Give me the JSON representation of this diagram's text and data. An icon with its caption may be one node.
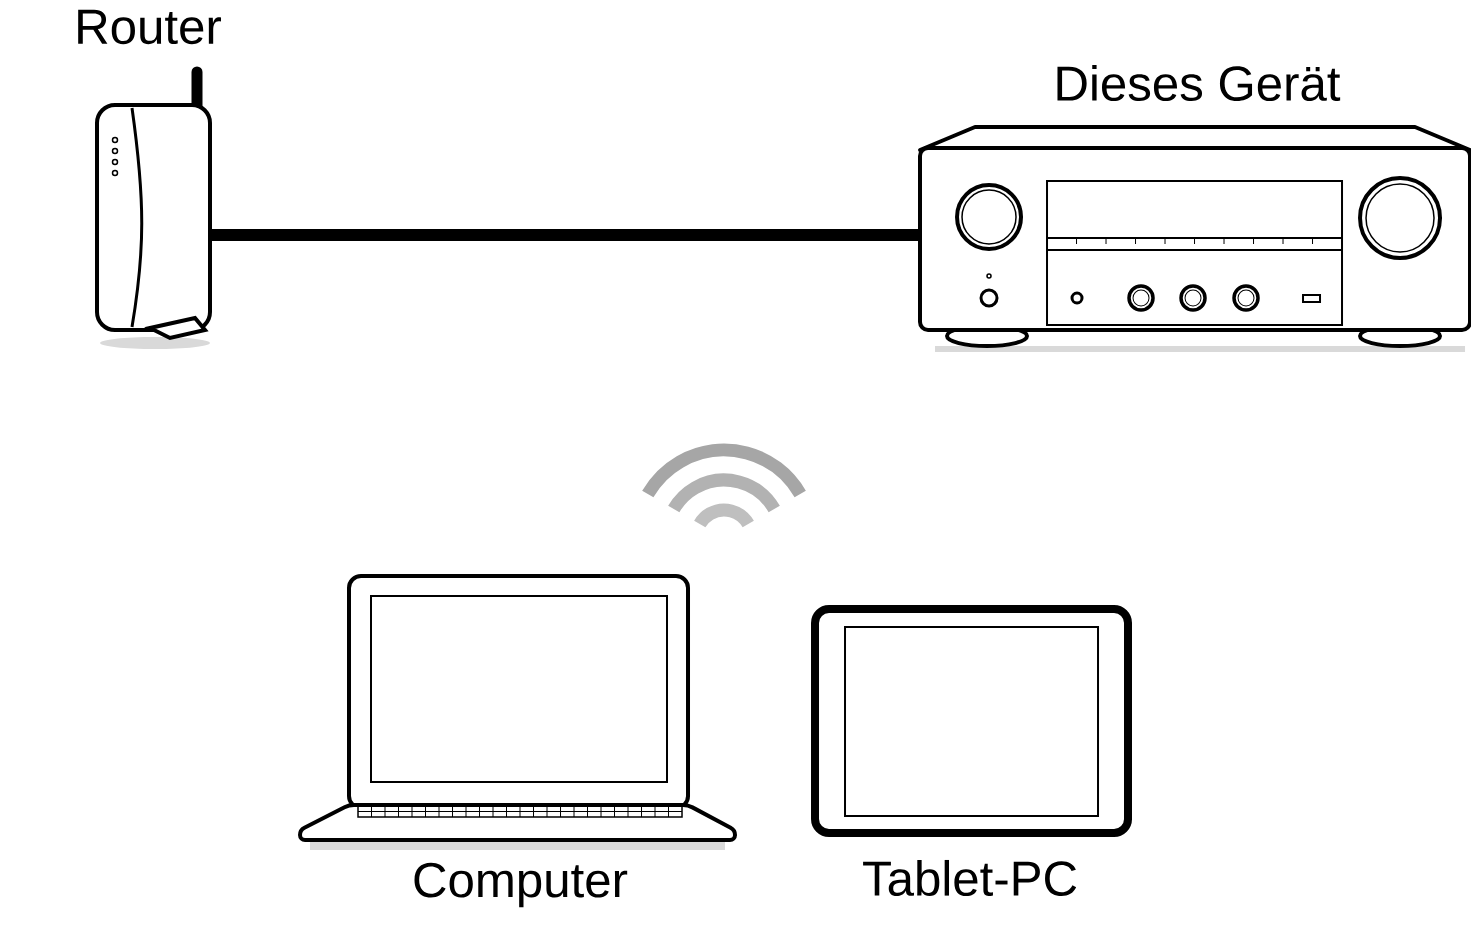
{
  "diagram": {
    "nodes": [
      {
        "text": [
          "Router"
        ]
      },
      {
        "text": [
          "Dieses Gerät"
        ]
      },
      {
        "text": [
          "Computer"
        ]
      },
      {
        "text": [
          "Tablet-PC"
        ]
      }
    ],
    "edges": [
      {
        "from": 0,
        "to": 1,
        "arrow": "none"
      }
    ]
  }
}
